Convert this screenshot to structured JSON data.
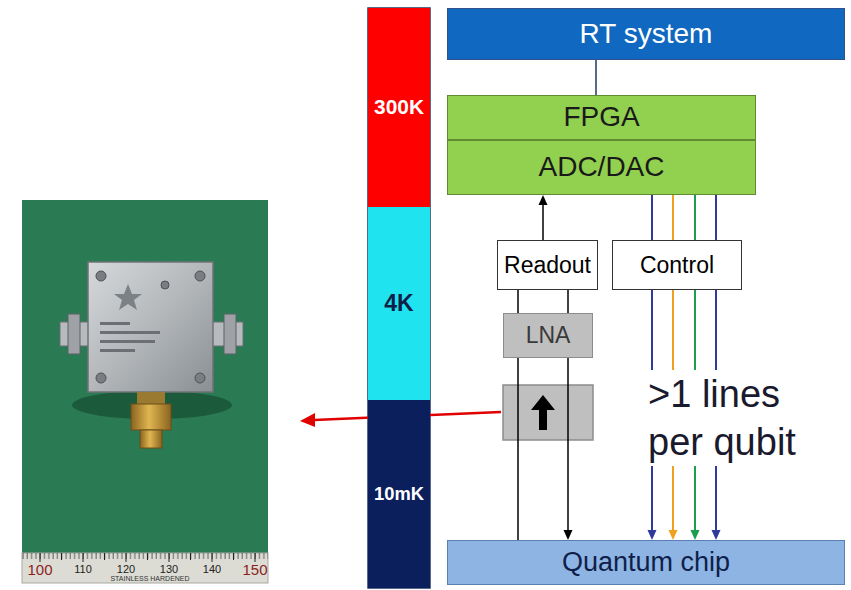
{
  "diagram": {
    "nodes": [
      {
        "text": [
          "300K"
        ]
      },
      {
        "text": [
          "4K"
        ]
      },
      {
        "text": [
          "10mK"
        ]
      },
      {
        "text": [
          "RT system"
        ]
      },
      {
        "text": [
          "FPGA"
        ]
      },
      {
        "text": [
          "ADC/DAC"
        ]
      },
      {
        "text": [
          "Readout"
        ]
      },
      {
        "text": [
          "Control"
        ]
      },
      {
        "text": [
          "LNA"
        ]
      },
      {
        "text": [
          "Quantum chip"
        ]
      }
    ],
    "edges": [
      {
        "from": 3,
        "to": 4,
        "arrow": "none"
      },
      {
        "from": 6,
        "to": 5,
        "arrow": "to"
      },
      {
        "from": 9,
        "to": 8,
        "arrow": "none"
      },
      {
        "from": 8,
        "to": 6,
        "arrow": "none"
      },
      {
        "from": 6,
        "to": 8,
        "arrow": "none"
      },
      {
        "from": 8,
        "to": 9,
        "arrow": "to"
      },
      {
        "from": 5,
        "to": 7,
        "arrow": "none"
      },
      {
        "from": 5,
        "to": 7,
        "arrow": "none"
      },
      {
        "from": 5,
        "to": 7,
        "arrow": "none"
      },
      {
        "from": 5,
        "to": 7,
        "arrow": "none"
      },
      {
        "from": 7,
        "to": 9,
        "arrow": "to"
      },
      {
        "from": 7,
        "to": 9,
        "arrow": "to"
      },
      {
        "from": 7,
        "to": 9,
        "arrow": "to"
      },
      {
        "from": 7,
        "to": 9,
        "arrow": "to"
      }
    ],
    "labels": [
      ">1 lines per qubit",
      "100",
      "110",
      "120",
      "130",
      "140",
      "150",
      "STAINLESS HARDENED"
    ]
  }
}
